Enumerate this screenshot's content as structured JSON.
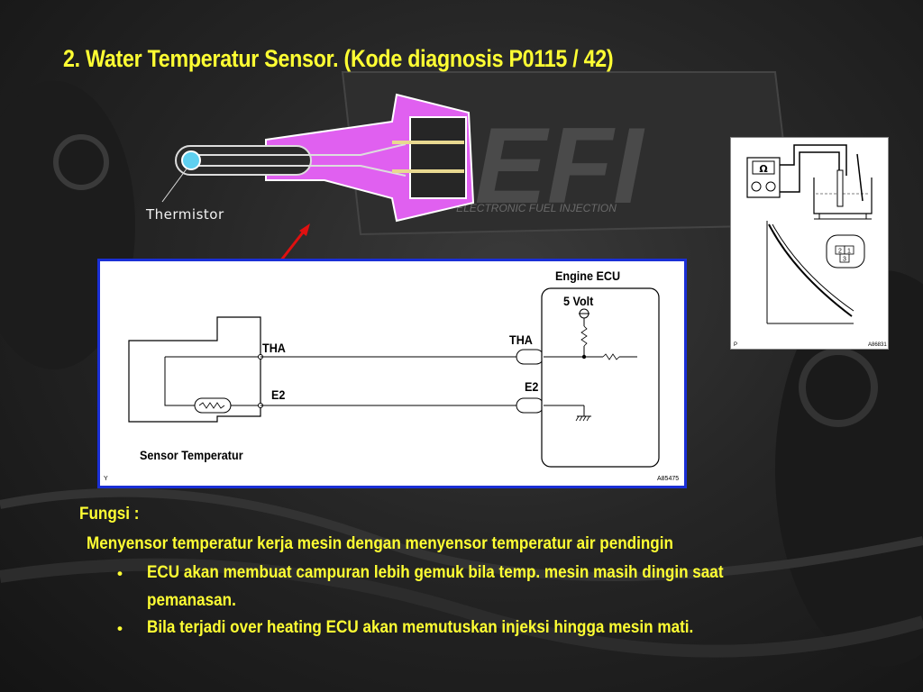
{
  "slide": {
    "title": "2. Water Temperatur Sensor.  (Kode diagnosis P0115 / 42)"
  },
  "sensor_illustration": {
    "thermistor_label": "Thermistor"
  },
  "background": {
    "logo_text": "EFI",
    "logo_subtext": "ELECTRONIC FUEL INJECTION"
  },
  "circuit": {
    "engine_ecu_label": "Engine ECU",
    "voltage_label": "5 Volt",
    "tha_sensor_label": "THA",
    "e2_sensor_label": "E2",
    "tha_ecu_label": "THA",
    "e2_ecu_label": "E2",
    "sensor_label": "Sensor Temperatur",
    "corner_code": "Y",
    "figure_code": "A85475"
  },
  "test_figure": {
    "ohm_symbol": "Ω",
    "connector_pins": [
      "2",
      "1",
      "3"
    ],
    "corner_code": "P",
    "figure_code": "A86831"
  },
  "body_text": {
    "heading": "Fungsi :",
    "description": "Menyensor temperatur kerja mesin dengan menyensor temperatur air pendingin",
    "bullets": [
      {
        "marker": "•",
        "line1": "ECU akan membuat campuran lebih gemuk bila temp. mesin masih dingin saat",
        "line2": "pemanasan."
      },
      {
        "marker": "•",
        "line1": "Bila terjadi over heating ECU akan memutuskan injeksi hingga mesin mati.",
        "line2": ""
      }
    ]
  },
  "colors": {
    "title_yellow": "#ffff33",
    "sensor_magenta": "#e060f0",
    "diagram_border_blue": "#1a2fd6",
    "pointer_red": "#e01010"
  }
}
